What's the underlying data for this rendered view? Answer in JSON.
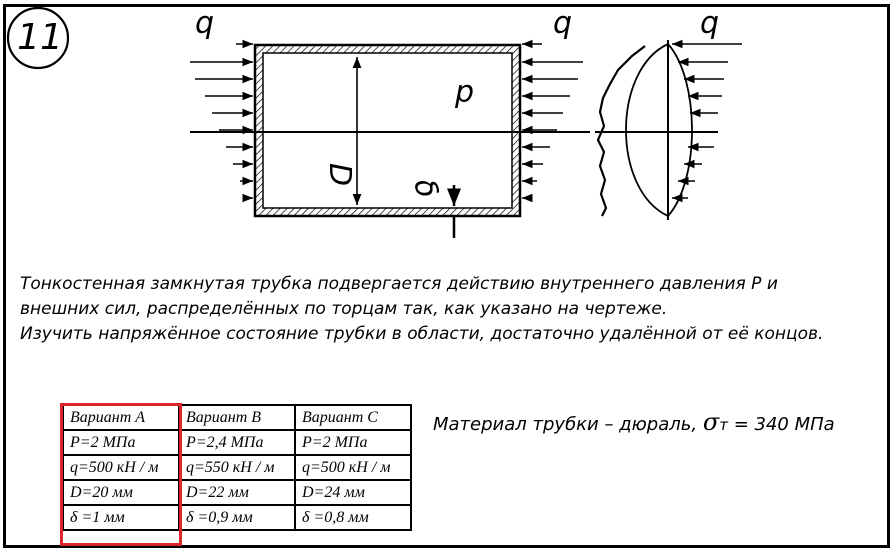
{
  "problem": {
    "number": "11",
    "statement": [
      "Тонкостенная замкнутая трубка подвергается действию внутреннего давления P  и",
      "внешних сил, распределённых по торцам так, как указано на чертеже.",
      "Изучить напряжённое состояние трубки в области, достаточно удалённой от её концов."
    ]
  },
  "drawing": {
    "load_label_left": "q",
    "load_label_right": "q",
    "load_label_far": "q",
    "pressure_label": "p",
    "diameter_label": "D",
    "thickness_label": "δ"
  },
  "material": {
    "text": "Материал трубки – дюраль,",
    "sigma_symbol": "σ",
    "sigma_sub": "т",
    "value": "= 340 МПа"
  },
  "variants": {
    "headers": [
      "Вариант A",
      "Вариант B",
      "Вариант C"
    ],
    "rows": [
      [
        "P=2 МПа",
        "P=2,4 МПа",
        "P=2 МПа"
      ],
      [
        "q=500 кН / м",
        "q=550 кН / м",
        "q=500 кН / м"
      ],
      [
        "D=20 мм",
        "D=22 мм",
        "D=24 мм"
      ],
      [
        "δ =1 мм",
        "δ =0,9 мм",
        "δ =0,8 мм"
      ]
    ],
    "highlight_color": "#d9262b"
  }
}
